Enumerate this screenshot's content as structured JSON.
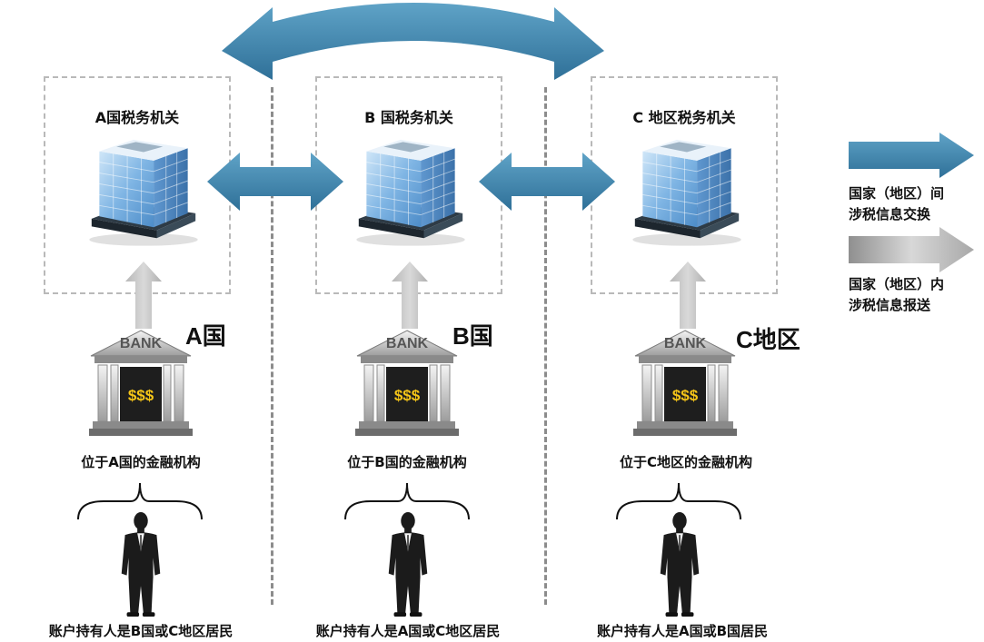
{
  "regions": [
    {
      "office_title": "A国税务机关",
      "country_label": "A国",
      "bank_sign": "BANK",
      "bank_money": "$$$",
      "bank_caption": "位于A国的金融机构",
      "holder_caption": "账户持有人是B国或C地区居民"
    },
    {
      "office_title": "B 国税务机关",
      "country_label": "B国",
      "bank_sign": "BANK",
      "bank_money": "$$$",
      "bank_caption": "位于B国的金融机构",
      "holder_caption": "账户持有人是A国或C地区居民"
    },
    {
      "office_title": "C 地区税务机关",
      "country_label": "C地区",
      "bank_sign": "BANK",
      "bank_money": "$$$",
      "bank_caption": "位于C地区的金融机构",
      "holder_caption": "账户持有人是A国或B国居民"
    }
  ],
  "legend": {
    "exchange_line1": "国家（地区）间",
    "exchange_line2": "涉税信息交换",
    "report_line1": "国家（地区）内",
    "report_line2": "涉税信息报送"
  },
  "colors": {
    "exchange_arrow": "#3d86ad",
    "report_arrow": "#a9a9a9",
    "bank_money": "#f5c518",
    "building_glass": "#6fa9de"
  }
}
